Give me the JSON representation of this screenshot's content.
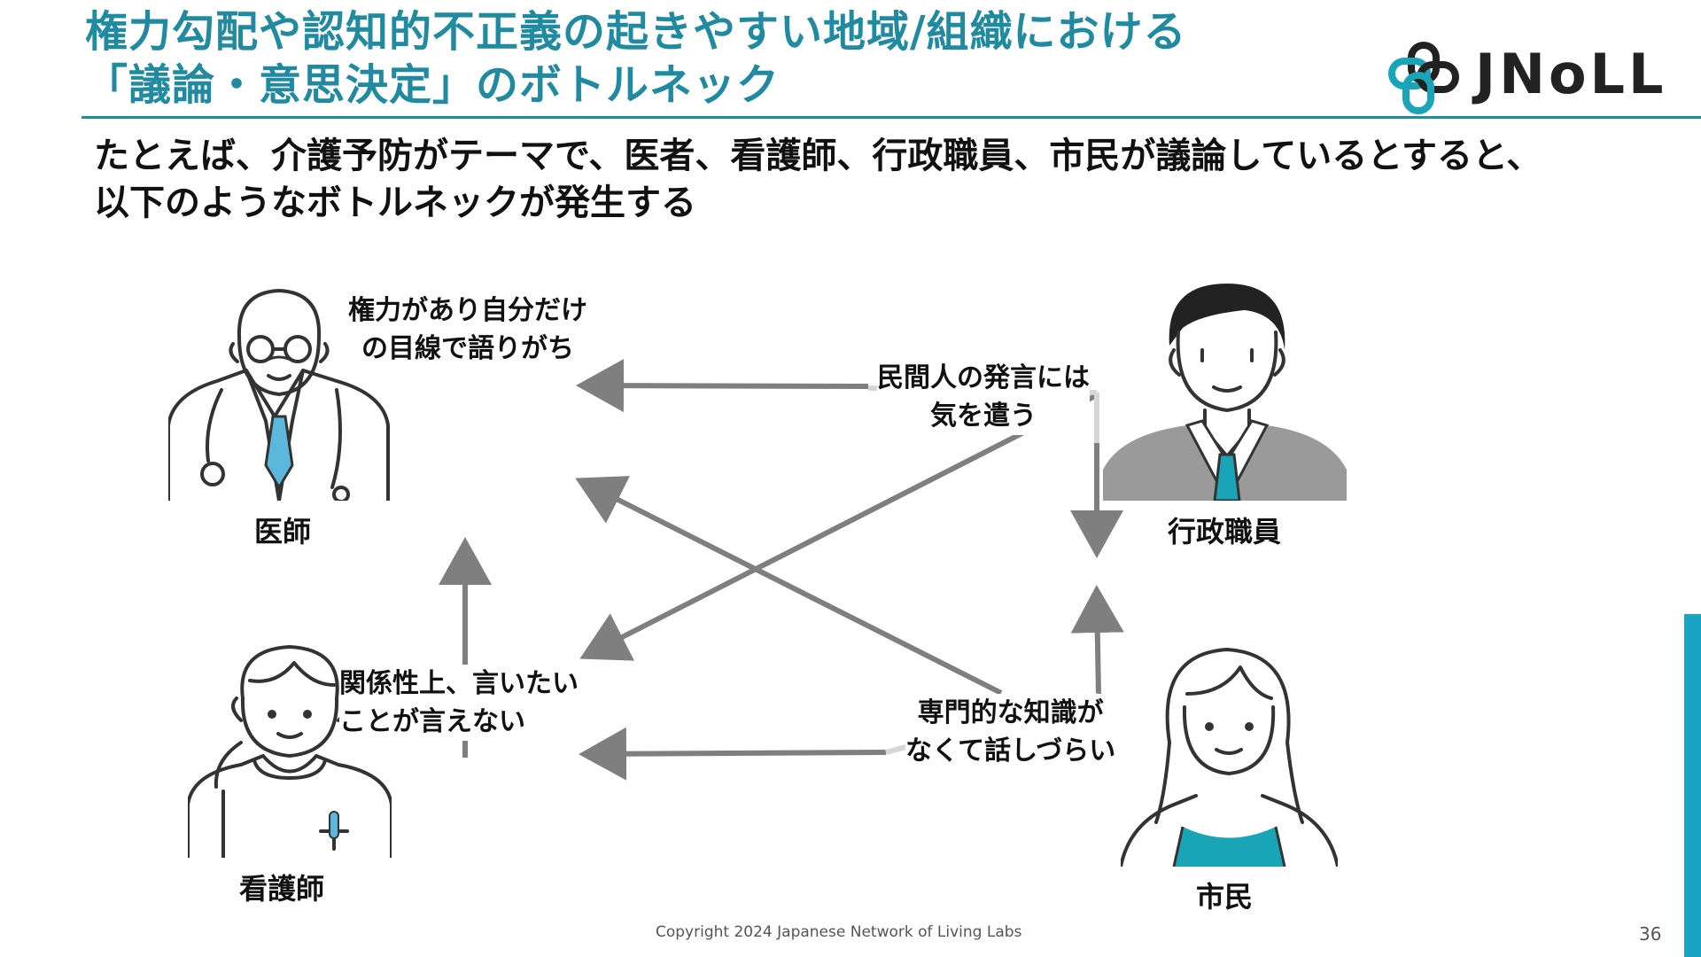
{
  "title": {
    "line1": "権力勾配や認知的不正義の起きやすい地域/組織における",
    "line2": "「議論・意思決定」のボトルネック"
  },
  "logo": {
    "text": "JNoLL"
  },
  "subtitle": {
    "line1": "たとえば、介護予防がテーマで、医者、看護師、行政職員、市民が議論しているとすると、",
    "line2": "以下のようなボトルネックが発生する"
  },
  "persons": {
    "doctor": "医師",
    "official": "行政職員",
    "nurse": "看護師",
    "citizen": "市民"
  },
  "notes": {
    "doctor": {
      "line1": "権力があり自分だけ",
      "line2": "の目線で語りがち"
    },
    "official": {
      "line1": "民間人の発言には",
      "line2": "気を遣う"
    },
    "nurse": {
      "line1": "関係性上、言いたい",
      "line2": "ことが言えない"
    },
    "citizen": {
      "line1": "専門的な知識が",
      "line2": "なくて話しづらい"
    }
  },
  "footer": {
    "copyright": "Copyright 2024  Japanese Network of Living Labs",
    "page": "36"
  },
  "colors": {
    "accent": "#1f8aa0",
    "tie": "#5bb8dc",
    "arrow": "#7f7f7f",
    "side_bar": "#18a3c4"
  }
}
